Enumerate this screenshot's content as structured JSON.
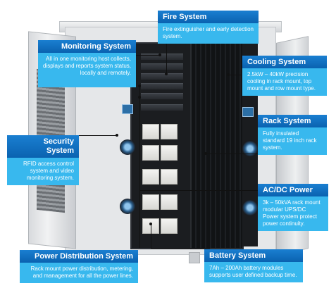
{
  "callouts": {
    "fire": {
      "title": "Fire System",
      "text": "Fire extinguisher and early detection system."
    },
    "monitoring": {
      "title": "Monitoring System",
      "text": "All in one monitoring host collects, displays and reports system status, locally and remotely."
    },
    "cooling": {
      "title": "Cooling System",
      "text": "2.5kW – 40kW precision cooling in rack mount, top mount and row mount type."
    },
    "rack": {
      "title": "Rack System",
      "text": "Fully insulated standard 19 inch rack system."
    },
    "security": {
      "title_line1": "Security",
      "title_line2": "System",
      "text": "RFID access control system and video monitoring system."
    },
    "acdc": {
      "title": "AC/DC Power",
      "text": "3k – 50kVA rack mount modular UPS/DC Power system protect power continuity."
    },
    "power_distribution": {
      "title": "Power Distribution System",
      "text": "Rack mount power distribution, metering, and management for all the power lines."
    },
    "battery": {
      "title": "Battery System",
      "text": "7Ah – 200Ah battery modules supports user defined backup time."
    }
  },
  "colors": {
    "header": "#0a62b0",
    "body": "#38b8ee"
  }
}
